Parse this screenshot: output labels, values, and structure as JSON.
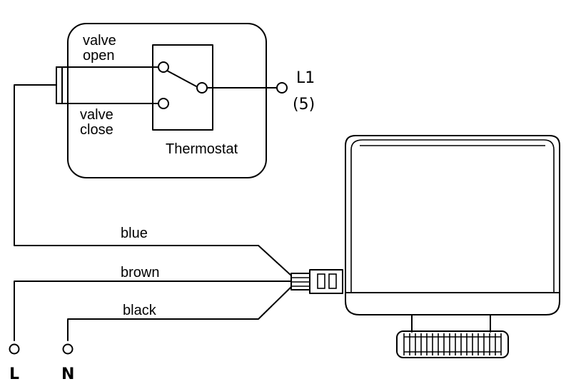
{
  "thermostat": {
    "valve_open_line1": "valve",
    "valve_open_line2": "open",
    "valve_close_line1": "valve",
    "valve_close_line2": "close",
    "name": "Thermostat"
  },
  "supply": {
    "l1_label": "L1",
    "l1_pin": "(5)",
    "live_label": "L",
    "neutral_label": "N"
  },
  "wires": {
    "blue": "blue",
    "brown": "brown",
    "black": "black"
  },
  "colors": {
    "line": "#000000",
    "background": "#ffffff"
  }
}
